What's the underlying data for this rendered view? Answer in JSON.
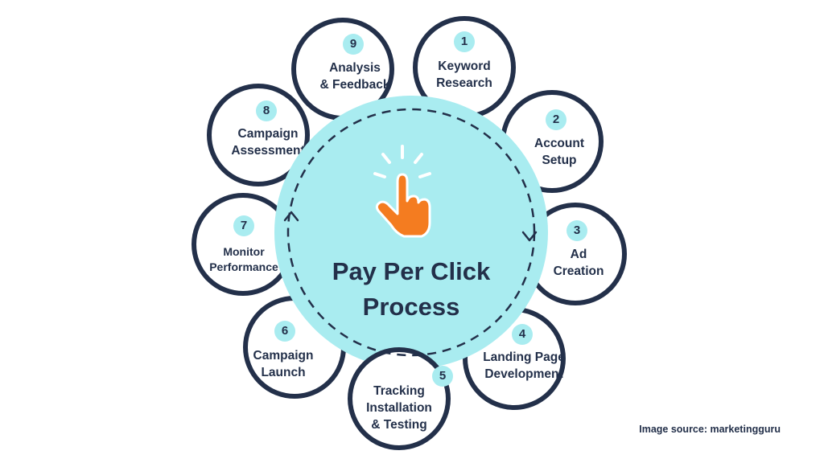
{
  "diagram": {
    "title": "Pay Per Click\nProcess",
    "steps": [
      {
        "number": "1",
        "label": "Keyword\nResearch"
      },
      {
        "number": "2",
        "label": "Account\nSetup"
      },
      {
        "number": "3",
        "label": "Ad\nCreation"
      },
      {
        "number": "4",
        "label": "Landing Page\nDevelopment"
      },
      {
        "number": "5",
        "label": "Tracking\nInstallation\n& Testing"
      },
      {
        "number": "6",
        "label": "Campaign\nLaunch"
      },
      {
        "number": "7",
        "label": "Monitor\nPerformance"
      },
      {
        "number": "8",
        "label": "Campaign\nAssessment"
      },
      {
        "number": "9",
        "label": "Analysis\n& Feedback"
      }
    ],
    "source": "Image source: marketingguru",
    "colors": {
      "outline": "#23304a",
      "center_fill": "#a9ecf0",
      "badge_fill": "#a9ecf0",
      "hand": "#f47c20"
    },
    "icons": {
      "center": "pointing-hand-click-icon",
      "ring": "dashed-circular-arrow-icon"
    }
  }
}
